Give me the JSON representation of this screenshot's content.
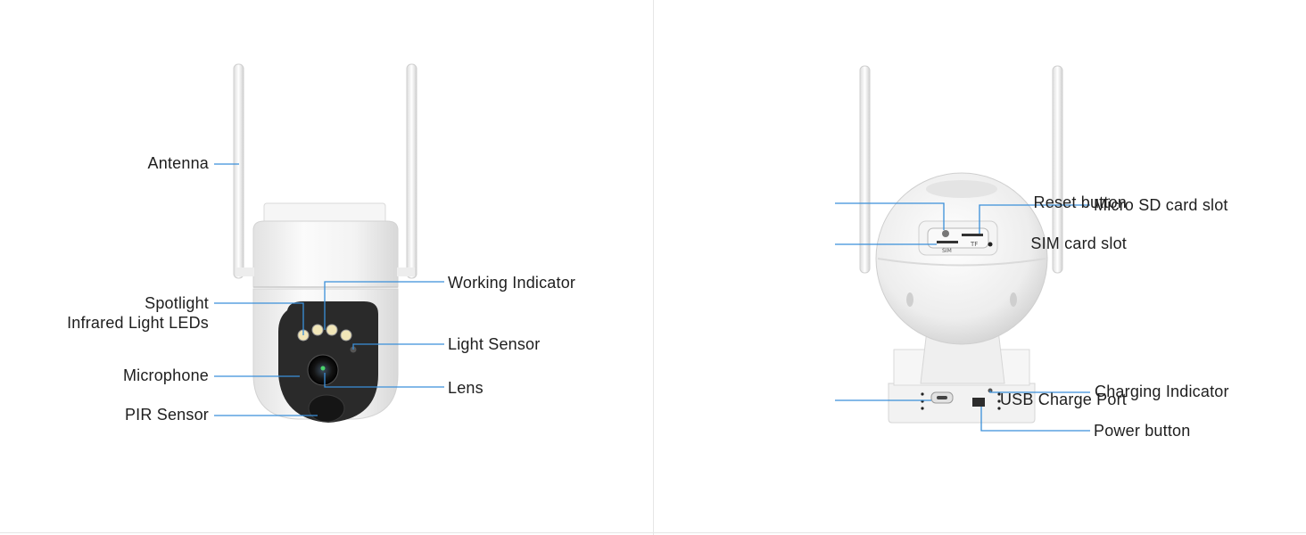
{
  "colors": {
    "leader_line": "#3a8fd9",
    "label_text": "#1e1e1e",
    "camera_body": "#f4f4f4",
    "camera_shadow": "#d6d6d6",
    "face_plate": "#2a2a2a"
  },
  "front_view": {
    "labels": {
      "antenna": "Antenna",
      "spotlight": "Spotlight",
      "infrared": "Infrared Light LEDs",
      "microphone": "Microphone",
      "pir_sensor": "PIR Sensor",
      "working_indicator": "Working Indicator",
      "light_sensor": "Light Sensor",
      "lens": "Lens"
    }
  },
  "back_view": {
    "labels": {
      "reset_button": "Reset button",
      "sim_card_slot": "SIM card slot",
      "micro_sd_slot": "Micro SD card slot",
      "usb_charge_port": "USB Charge Port",
      "charging_indicator": "Charging Indicator",
      "power_button": "Power button"
    },
    "panel_marks": {
      "tf": "TF",
      "sim": "SIM"
    }
  }
}
